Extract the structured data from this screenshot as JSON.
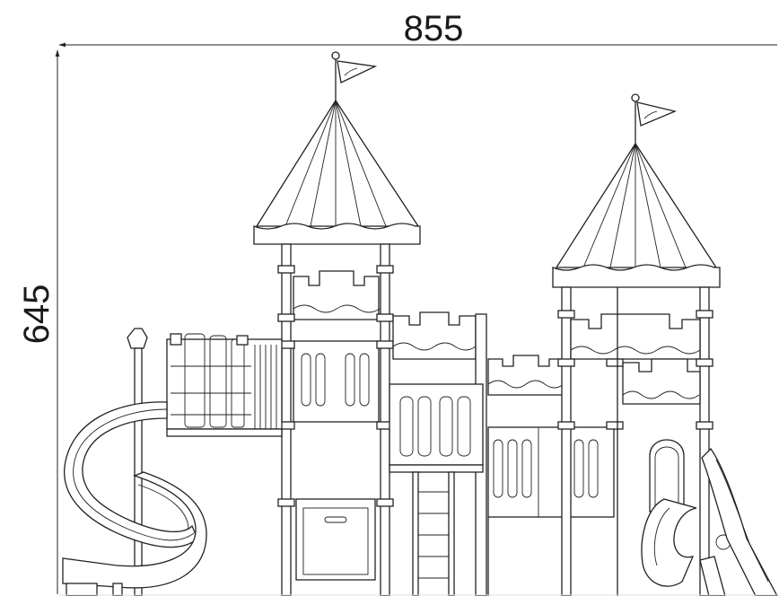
{
  "dimensions": {
    "width_label": "855",
    "height_label": "645"
  },
  "flags": {
    "left_flag_mark": "logo-flag",
    "right_flag_mark": "logo-flag"
  }
}
